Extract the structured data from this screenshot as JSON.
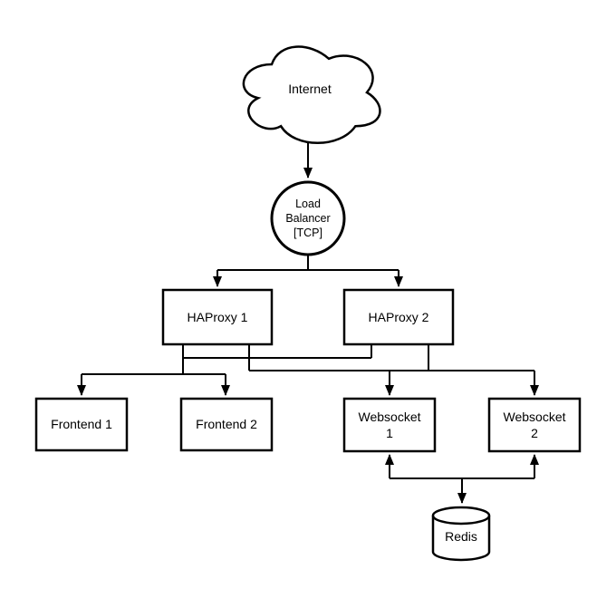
{
  "diagram": {
    "background_color": "#ffffff",
    "line_color": "#000000",
    "nodes": {
      "internet": {
        "label": "Internet",
        "shape": "cloud"
      },
      "load_balancer": {
        "label": "Load\nBalancer\n[TCP]",
        "shape": "circle"
      },
      "haproxy_1": {
        "label": "HAProxy 1",
        "shape": "rectangle"
      },
      "haproxy_2": {
        "label": "HAProxy 2",
        "shape": "rectangle"
      },
      "frontend_1": {
        "label": "Frontend 1",
        "shape": "rectangle"
      },
      "frontend_2": {
        "label": "Frontend 2",
        "shape": "rectangle"
      },
      "websocket_1": {
        "label": "Websocket\n1",
        "shape": "rectangle"
      },
      "websocket_2": {
        "label": "Websocket\n2",
        "shape": "rectangle"
      },
      "redis": {
        "label": "Redis",
        "shape": "cylinder"
      }
    },
    "edges": [
      {
        "from": "internet",
        "to": "load_balancer",
        "arrow": "to"
      },
      {
        "from": "load_balancer",
        "to": "haproxy_1",
        "arrow": "to"
      },
      {
        "from": "load_balancer",
        "to": "haproxy_2",
        "arrow": "to"
      },
      {
        "from": "haproxy_1",
        "to": "frontend_1",
        "arrow": "to"
      },
      {
        "from": "haproxy_1",
        "to": "frontend_2",
        "arrow": "to"
      },
      {
        "from": "haproxy_1",
        "to": "websocket_1",
        "arrow": "to"
      },
      {
        "from": "haproxy_1",
        "to": "websocket_2",
        "arrow": "to"
      },
      {
        "from": "haproxy_2",
        "to": "frontend_1",
        "arrow": "to"
      },
      {
        "from": "haproxy_2",
        "to": "frontend_2",
        "arrow": "to"
      },
      {
        "from": "haproxy_2",
        "to": "websocket_1",
        "arrow": "to"
      },
      {
        "from": "haproxy_2",
        "to": "websocket_2",
        "arrow": "to"
      },
      {
        "from": "websocket_1",
        "to": "redis",
        "arrow": "both"
      },
      {
        "from": "websocket_2",
        "to": "redis",
        "arrow": "both"
      }
    ]
  }
}
